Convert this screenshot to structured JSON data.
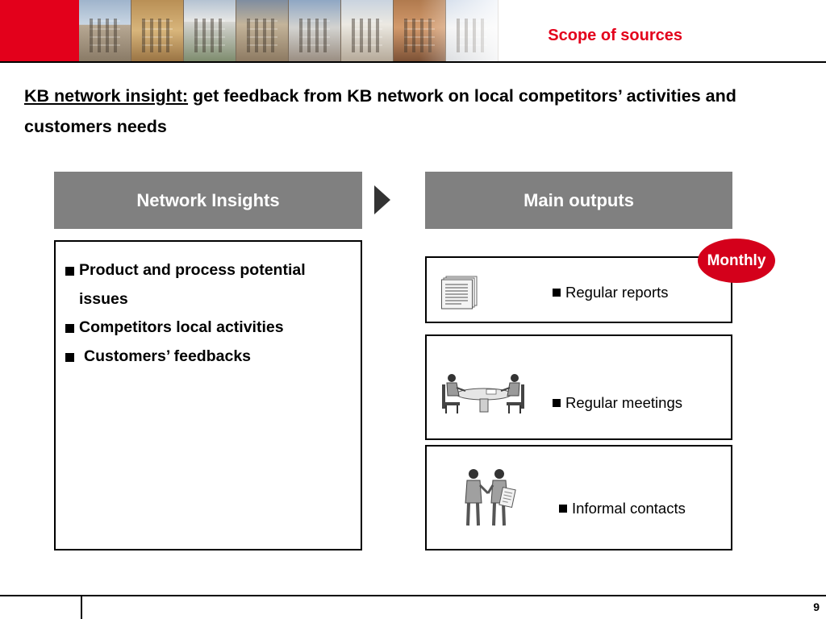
{
  "header": {
    "section_label": "Scope of sources"
  },
  "headline": {
    "lead": "KB network insight:",
    "rest": " get feedback from KB network on local competitors’ activities and customers needs"
  },
  "columns": {
    "left_title": "Network Insights",
    "right_title": "Main outputs"
  },
  "insights": [
    "Product and process potential issues",
    "Competitors local activities",
    "Customers’ feedbacks"
  ],
  "frequency_badge": "Monthly",
  "outputs": [
    {
      "label": "Regular reports",
      "icon": "document-stack-icon"
    },
    {
      "label": "Regular meetings",
      "icon": "meeting-table-icon"
    },
    {
      "label": "Informal contacts",
      "icon": "handshake-icon"
    }
  ],
  "colors": {
    "brand_red": "#e3001b",
    "header_gray": "#808080"
  },
  "footer": {
    "page_number": "9"
  }
}
